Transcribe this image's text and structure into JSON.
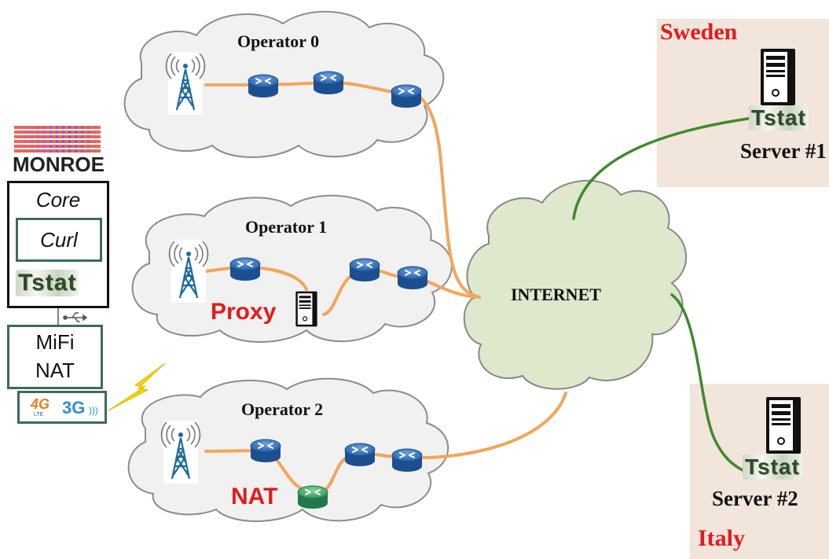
{
  "regions": {
    "sweden": "Sweden",
    "italy": "Italy"
  },
  "servers": {
    "server1": "Server #1",
    "server2": "Server #2"
  },
  "tstat_text": "Tstat",
  "internet_label": "INTERNET",
  "operators": {
    "op0": "Operator 0",
    "op1": "Operator 1",
    "op2": "Operator 2"
  },
  "proxy_label": "Proxy",
  "nat_label": "NAT",
  "device": {
    "brand": "MONROE",
    "core": "Core",
    "curl": "Curl",
    "mifi": "MiFi",
    "nat": "NAT",
    "badge_4g": "4G",
    "badge_4g_sub": "LTE",
    "badge_3g": "3G"
  },
  "colors": {
    "red": "#e31b1b",
    "cloud_fill": "#f1f1f1",
    "internet_fill": "#dde8cc",
    "orange_link": "#f2a65a",
    "green_link": "#3f8a2c",
    "router_blue": "#2f6db3",
    "router_green": "#3fae68",
    "panel": "#f2e5dc"
  }
}
